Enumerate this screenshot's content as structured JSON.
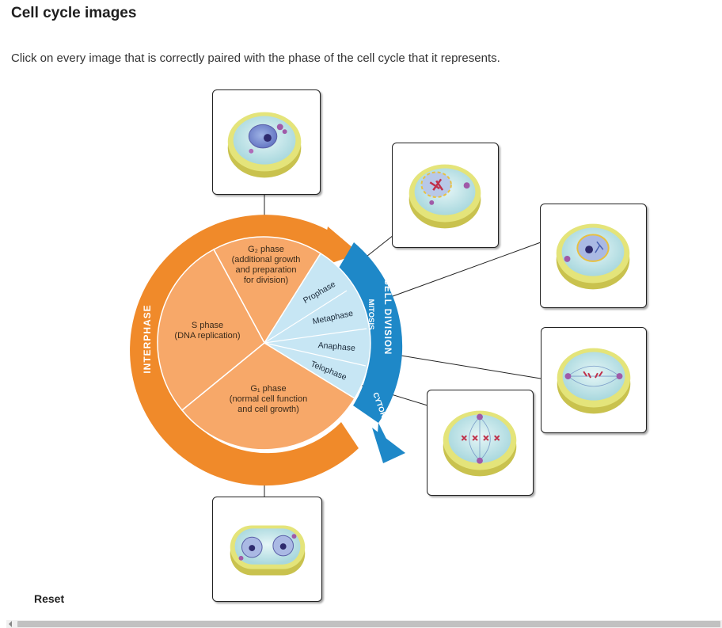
{
  "page": {
    "title": "Cell cycle images",
    "instructions": "Click on every image that is correctly paired with the phase of the cell cycle that it represents.",
    "reset_label": "Reset"
  },
  "diagram": {
    "g2": {
      "name": "G₂ phase",
      "desc1": "(additional growth",
      "desc2": "and preparation",
      "desc3": "for division)"
    },
    "s": {
      "name": "S phase",
      "desc1": "(DNA replication)"
    },
    "g1": {
      "name": "G₁ phase",
      "desc1": "(normal cell function",
      "desc2": "and cell growth)"
    },
    "interphase": "INTERPHASE",
    "cell_division": "CELL DIVISION",
    "mitosis": "MITOSIS",
    "cytokinesis": "CYTOKINESIS",
    "mitosis_phases": [
      "Prophase",
      "Metaphase",
      "Anaphase",
      "Telophase"
    ],
    "colors": {
      "orange_ring": "#f08a2a",
      "pie_fill": "#f7a869",
      "blue_arc": "#1e88c8",
      "cell_yellow": "#e4e47a",
      "cell_blue": "#bfe3e8"
    }
  },
  "cell_images": [
    {
      "name": "cell-image-top",
      "icon": "cell-interphase-icon"
    },
    {
      "name": "cell-image-prophase",
      "icon": "cell-prophase-icon"
    },
    {
      "name": "cell-image-upper-right",
      "icon": "cell-early-prophase-icon"
    },
    {
      "name": "cell-image-middle-right",
      "icon": "cell-anaphase-icon"
    },
    {
      "name": "cell-image-lower-right",
      "icon": "cell-metaphase-icon"
    },
    {
      "name": "cell-image-bottom",
      "icon": "cell-cytokinesis-icon"
    }
  ]
}
